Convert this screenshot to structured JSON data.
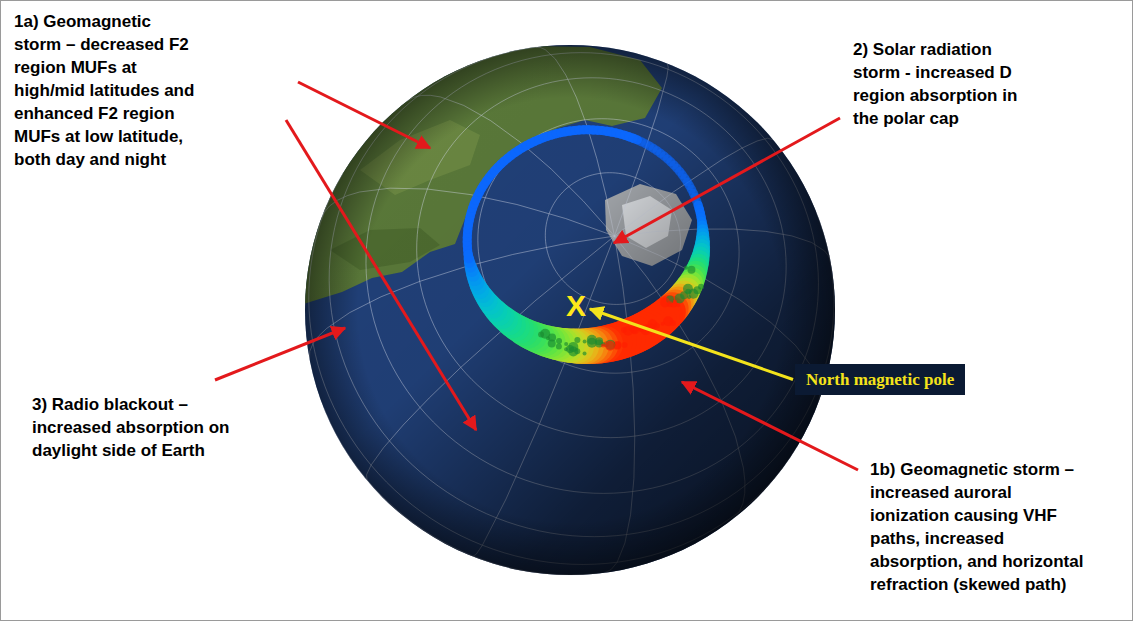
{
  "diagram": {
    "nodes": [
      {
        "text": [
          "North magnetic pole"
        ]
      }
    ],
    "labels": [
      "1a) Geomagnetic storm – decreased F2 region MUFs at high/mid latitudes and enhanced F2 region MUFs at low latitude, both day and night",
      "2) Solar radiation storm - increased D region absorption in the polar cap",
      "3) Radio blackout – increased absorption on daylight side of Earth",
      "1b) Geomagnetic storm – increased auroral ionization causing VHF paths, increased absorption, and horizontal refraction (skewed path)",
      "X"
    ]
  }
}
